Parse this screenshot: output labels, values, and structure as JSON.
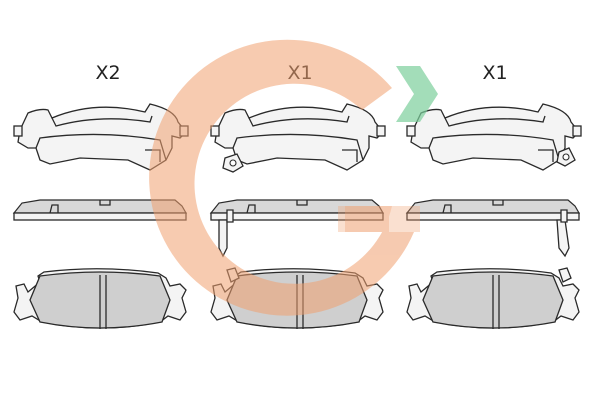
{
  "quantities": [
    "X2",
    "X1",
    "X1"
  ],
  "colors": {
    "watermark_orange": "#f0a070",
    "watermark_green": "#7ccf9b",
    "pad_fill": "#cfcfcf",
    "line": "#2a2a2a"
  },
  "icons": {
    "watermark": "g-logo-watermark",
    "arrow": "arrow-right-icon"
  }
}
